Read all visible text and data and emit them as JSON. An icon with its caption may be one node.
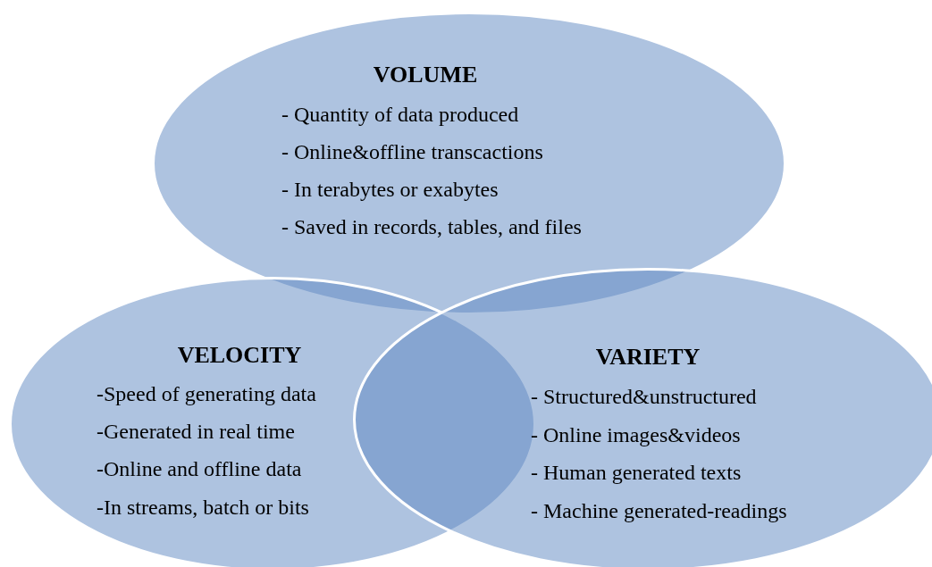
{
  "diagram": {
    "nodes": [
      {
        "text": [
          "VOLUME",
          "- Quantity of data produced",
          "- Online&offline transcactions",
          "- In terabytes or exabytes",
          "- Saved in records, tables, and files"
        ]
      },
      {
        "text": [
          "VELOCITY",
          "-Speed of generating data",
          "-Generated in real time",
          "-Online and offline data",
          "-In streams, batch or bits"
        ]
      },
      {
        "text": [
          "VARIETY",
          "- Structured&unstructured",
          "- Online images&videos",
          "- Human generated texts",
          "- Machine generated-readings"
        ]
      }
    ]
  }
}
